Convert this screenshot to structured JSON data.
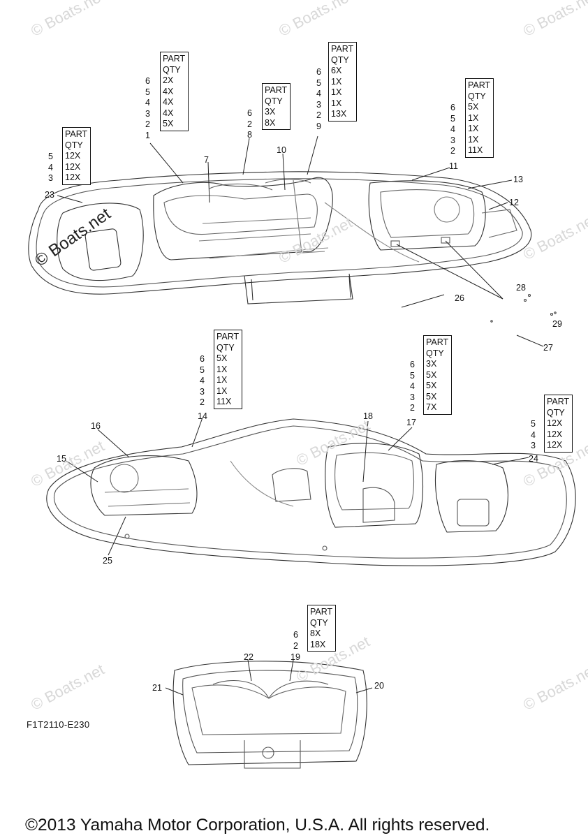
{
  "watermark": "© Boats.net",
  "drawing_code": "F1T2110-E230",
  "copyright": "©2013 Yamaha Motor Corporation, U.S.A. All rights reserved.",
  "qty_tables": [
    {
      "id": "t1",
      "header": [
        "PART",
        "QTY"
      ],
      "parts": [
        "5",
        "4",
        "3",
        "23"
      ],
      "qtys": [
        "12X",
        "12X",
        "12X"
      ]
    },
    {
      "id": "t2",
      "header": [
        "PART",
        "QTY"
      ],
      "parts": [
        "6",
        "5",
        "4",
        "3",
        "2",
        "1"
      ],
      "qtys": [
        "2X",
        "4X",
        "4X",
        "4X",
        "5X"
      ]
    },
    {
      "id": "t3",
      "header": [
        "PART",
        "QTY"
      ],
      "parts": [
        "6",
        "2",
        "8"
      ],
      "qtys": [
        "3X",
        "8X"
      ]
    },
    {
      "id": "t4",
      "header": [
        "PART",
        "QTY"
      ],
      "parts": [
        "6",
        "5",
        "4",
        "3",
        "2",
        "9"
      ],
      "qtys": [
        "6X",
        "1X",
        "1X",
        "1X",
        "13X"
      ]
    },
    {
      "id": "t5",
      "header": [
        "PART",
        "QTY"
      ],
      "parts": [
        "6",
        "5",
        "4",
        "3",
        "2",
        "11"
      ],
      "qtys": [
        "5X",
        "1X",
        "1X",
        "1X",
        "11X"
      ]
    },
    {
      "id": "t6",
      "header": [
        "PART",
        "QTY"
      ],
      "parts": [
        "6",
        "5",
        "4",
        "3",
        "2",
        "14"
      ],
      "qtys": [
        "5X",
        "1X",
        "1X",
        "1X",
        "11X"
      ]
    },
    {
      "id": "t7",
      "header": [
        "PART",
        "QTY"
      ],
      "parts": [
        "6",
        "5",
        "4",
        "3",
        "2",
        "17"
      ],
      "qtys": [
        "3X",
        "5X",
        "5X",
        "5X",
        "7X"
      ]
    },
    {
      "id": "t8",
      "header": [
        "PART",
        "QTY"
      ],
      "parts": [
        "5",
        "4",
        "3",
        "24"
      ],
      "qtys": [
        "12X",
        "12X",
        "12X"
      ]
    },
    {
      "id": "t9",
      "header": [
        "PART",
        "QTY"
      ],
      "parts": [
        "6",
        "2",
        "19"
      ],
      "qtys": [
        "8X",
        "18X"
      ]
    }
  ],
  "callouts": [
    "7",
    "10",
    "13",
    "12",
    "28",
    "29",
    "27",
    "26",
    "16",
    "15",
    "18",
    "25",
    "22",
    "21",
    "20"
  ]
}
